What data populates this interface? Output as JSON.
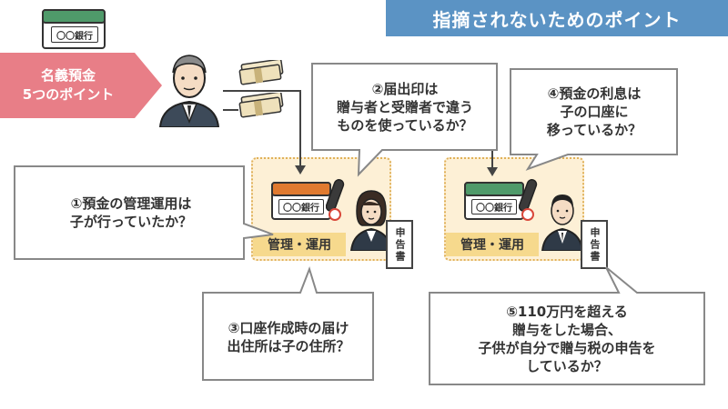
{
  "header": {
    "title": "指摘されないためのポイント"
  },
  "left_label": {
    "line1": "名義預金",
    "line2": "5つのポイント"
  },
  "bankbook_labels": {
    "top": "〇〇銀行",
    "child_a": "〇〇銀行",
    "child_b": "〇〇銀行"
  },
  "panels": {
    "a": {
      "label": "管理・運用",
      "doc": "申告書"
    },
    "b": {
      "label": "管理・運用",
      "doc": "申告書"
    }
  },
  "callouts": {
    "c1": {
      "lines": [
        "①預金の管理運用は",
        "子が行っていたか？"
      ]
    },
    "c2": {
      "lines": [
        "②届出印は",
        "贈与者と受贈者で違う",
        "ものを使っているか？"
      ]
    },
    "c3": {
      "lines": [
        "③口座作成時の届け",
        "出住所は子の住所？"
      ]
    },
    "c4": {
      "lines": [
        "④預金の利息は",
        "子の口座に",
        "移っているか？"
      ]
    },
    "c5": {
      "lines": [
        "⑤110万円を超える",
        "贈与をした場合、",
        "子供が自分で贈与税の申告を",
        "しているか？"
      ]
    }
  },
  "colors": {
    "header_blue": "#5b93c4",
    "pink": "#e87e87",
    "bankbook_green": "#4f9a6a",
    "bankbook_orange": "#e07a2f",
    "panel_bg": "#fdf0d6",
    "panel_label": "#f6d98d",
    "stamp_red": "#d9473a"
  }
}
